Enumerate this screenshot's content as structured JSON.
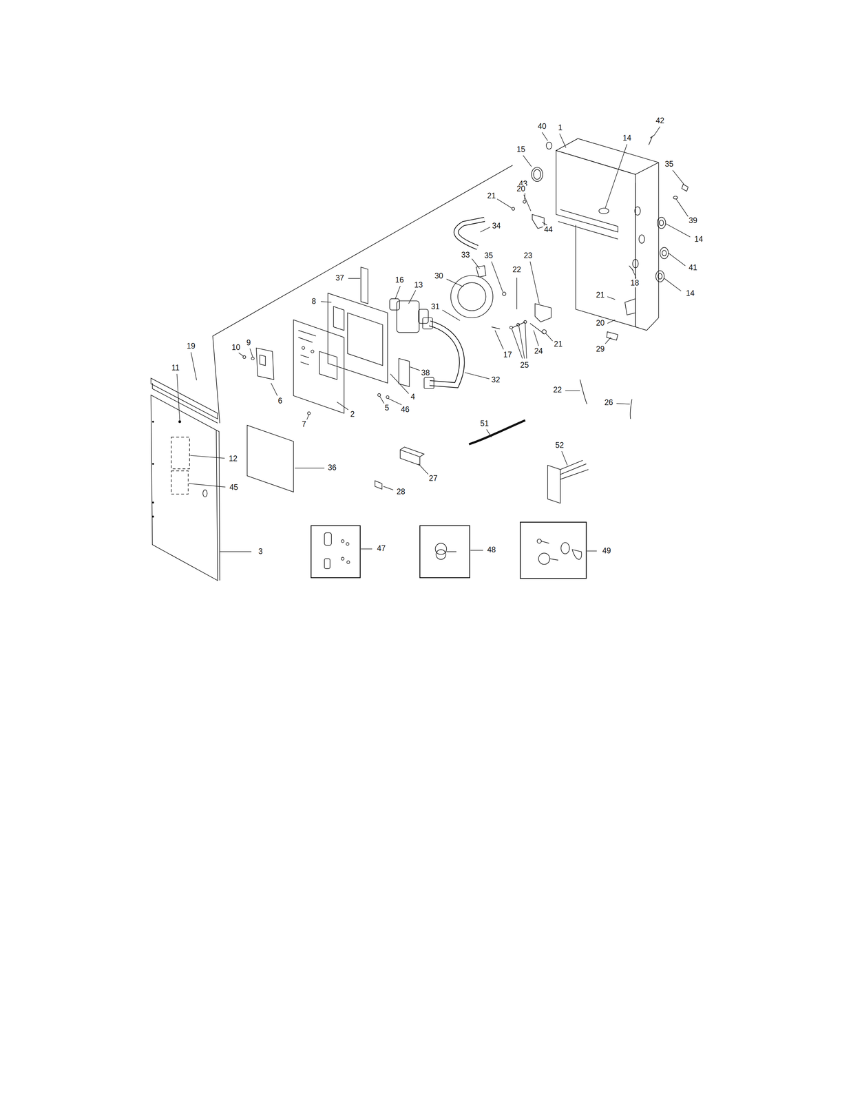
{
  "diagram": {
    "labels": [
      "40",
      "1",
      "42",
      "15",
      "14",
      "35",
      "43",
      "21",
      "20",
      "39",
      "34",
      "14",
      "44",
      "33",
      "35",
      "23",
      "41",
      "37",
      "30",
      "16",
      "13",
      "22",
      "8",
      "14",
      "18",
      "21",
      "31",
      "20",
      "21",
      "24",
      "29",
      "19",
      "17",
      "25",
      "11",
      "10",
      "9",
      "6",
      "38",
      "32",
      "4",
      "46",
      "5",
      "2",
      "7",
      "22",
      "26",
      "51",
      "12",
      "36",
      "45",
      "27",
      "28",
      "52",
      "3",
      "47",
      "48",
      "49"
    ]
  }
}
